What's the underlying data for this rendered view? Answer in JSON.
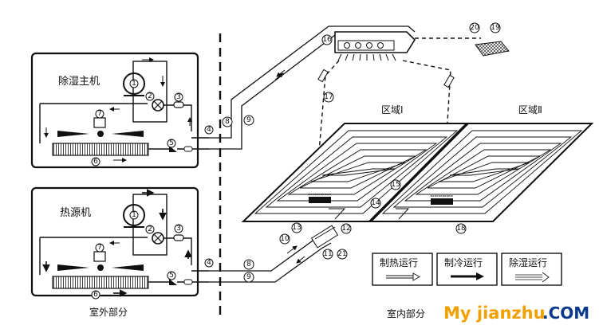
{
  "labels": {
    "dehumid_unit": "除湿主机",
    "heat_unit": "热源机",
    "outdoor": "室外部分",
    "indoor": "室内部分",
    "zone1": "区域Ⅰ",
    "zone2": "区域Ⅱ"
  },
  "legend": {
    "heating": "制热运行",
    "cooling": "制冷运行",
    "dehumid": "除湿运行"
  },
  "watermark": {
    "brand": "My jianzhu",
    "tld": ".COM"
  },
  "callouts": [
    "1",
    "2",
    "3",
    "4",
    "5",
    "6",
    "7",
    "8",
    "9",
    "10",
    "11",
    "12",
    "13",
    "14",
    "15",
    "16",
    "17",
    "18",
    "19",
    "20",
    "21"
  ],
  "colors": {
    "ink": "#111111",
    "watermark_orange": "#f2a000",
    "watermark_blue": "#0a3a8c"
  }
}
